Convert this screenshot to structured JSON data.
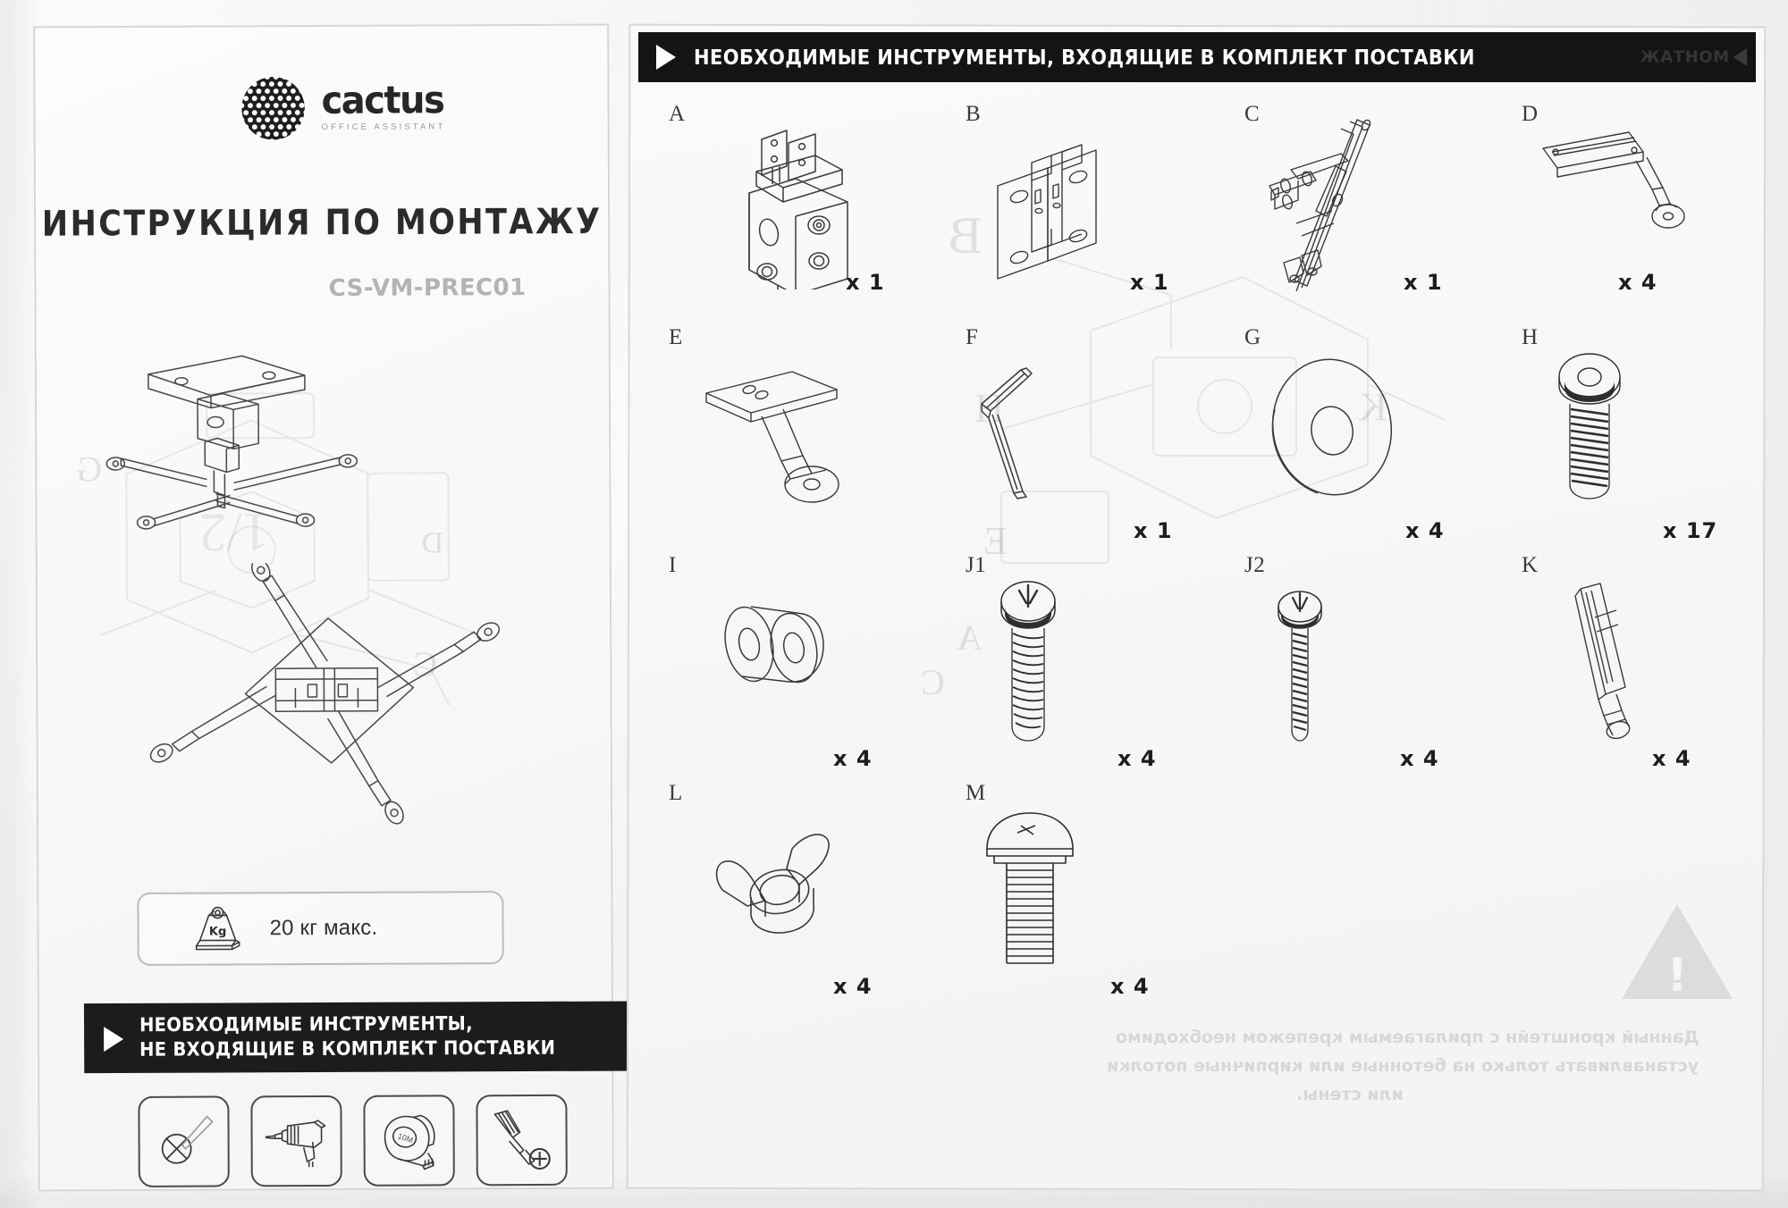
{
  "document": {
    "brand_name": "cactus",
    "brand_tagline": "OFFICE ASSISTANT",
    "title": "ИНСТРУКЦИЯ ПО МОНТАЖУ",
    "model": "CS-VM-PREC01",
    "accent_color": "#1c1c1c",
    "paper_color": "#f5f5f6",
    "muted_color": "#b3b3b6"
  },
  "left_panel": {
    "logo_icon": "cactus-honeycomb-logo",
    "weight_spec": {
      "icon": "weight-kg-icon",
      "icon_label": "Kg",
      "text": "20 кг макс."
    },
    "tools_banner": {
      "marker_icon": "triangle-right-icon",
      "line1": "НЕОБХОДИМЫЕ ИНСТРУМЕНТЫ,",
      "line2": "НЕ ВХОДЯЩИЕ В КОМПЛЕКТ ПОСТАВКИ"
    },
    "tool_icons": [
      {
        "icon": "pencil-marker-icon",
        "name": "Карандаш / маркер"
      },
      {
        "icon": "power-drill-icon",
        "name": "Дрель"
      },
      {
        "icon": "tape-measure-icon",
        "name": "Рулетка",
        "caption": "10M"
      },
      {
        "icon": "screwdriver-phillips-icon",
        "name": "Отвёртка крестовая"
      }
    ],
    "illustrations": [
      {
        "icon": "projector-mount-assembly-side-view"
      },
      {
        "icon": "projector-mount-assembly-top-view"
      }
    ]
  },
  "right_panel": {
    "banner": {
      "marker_icon": "triangle-right-icon",
      "text": "НЕОБХОДИМЫЕ ИНСТРУМЕНТЫ,   ВХОДЯЩИЕ В КОМПЛЕКТ ПОСТАВКИ",
      "bleed_text": "МОНТАЖ"
    },
    "parts": [
      {
        "label": "A",
        "qty": "x 1",
        "icon": "mount-head-bracket-icon"
      },
      {
        "label": "B",
        "qty": "x 1",
        "icon": "ceiling-plate-bracket-icon"
      },
      {
        "label": "C",
        "qty": "x 1",
        "icon": "spider-arm-assembly-icon"
      },
      {
        "label": "D",
        "qty": "x 4",
        "icon": "extension-arm-icon"
      },
      {
        "label": "E",
        "qty": "",
        "icon": "mounting-foot-plate-icon"
      },
      {
        "label": "F",
        "qty": "x 1",
        "icon": "hex-allen-key-icon"
      },
      {
        "label": "G",
        "qty": "x 4",
        "icon": "flat-washer-icon"
      },
      {
        "label": "H",
        "qty": "x 17",
        "icon": "hex-socket-bolt-icon"
      },
      {
        "label": "I",
        "qty": "x 4",
        "icon": "rubber-spacer-icon"
      },
      {
        "label": "J1",
        "qty": "x 4",
        "icon": "pan-head-screw-long-icon"
      },
      {
        "label": "J2",
        "qty": "x 4",
        "icon": "pan-head-screw-thin-icon"
      },
      {
        "label": "K",
        "qty": "x 4",
        "icon": "wall-anchor-icon"
      },
      {
        "label": "L",
        "qty": "x 4",
        "icon": "wing-nut-icon"
      },
      {
        "label": "M",
        "qty": "x 4",
        "icon": "dome-head-bolt-icon"
      }
    ],
    "bleed_warning": {
      "icon": "warning-triangle-icon",
      "line1": "Данный кронштейн с прилагаемым крепежом необходимо",
      "line2": "устанавливать только на бетонные или кирпичные потолки",
      "line3": "или стены."
    }
  }
}
